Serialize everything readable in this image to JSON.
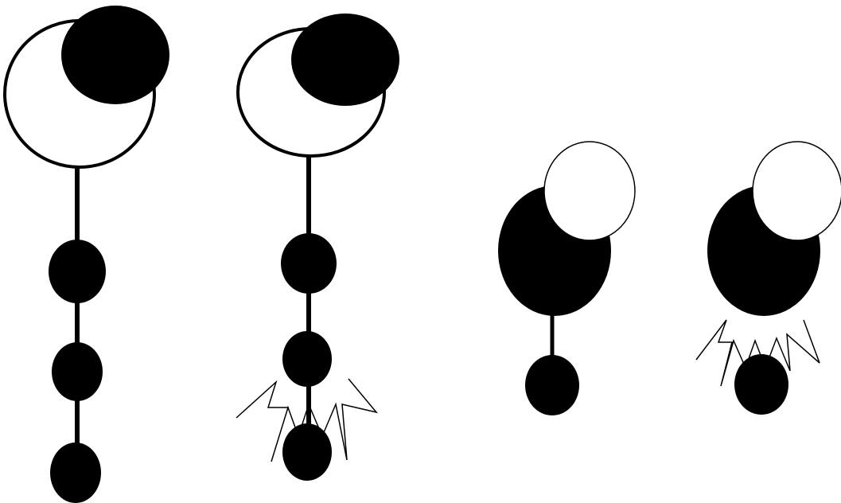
{
  "colors": {
    "background": "#ffffff",
    "ink": "#000000",
    "paper": "#ffffff"
  },
  "figures": [
    {
      "id": "figure-1",
      "head_style": "large-white-circle-with-black-blob",
      "beads": 3,
      "spikes": false
    },
    {
      "id": "figure-2",
      "head_style": "large-white-circle-with-black-blob",
      "beads": 3,
      "spikes": true
    },
    {
      "id": "figure-3",
      "head_style": "black-oval-with-white-circle",
      "beads": 1,
      "spikes": false
    },
    {
      "id": "figure-4",
      "head_style": "black-oval-with-white-circle",
      "beads": 1,
      "spikes": true
    }
  ]
}
